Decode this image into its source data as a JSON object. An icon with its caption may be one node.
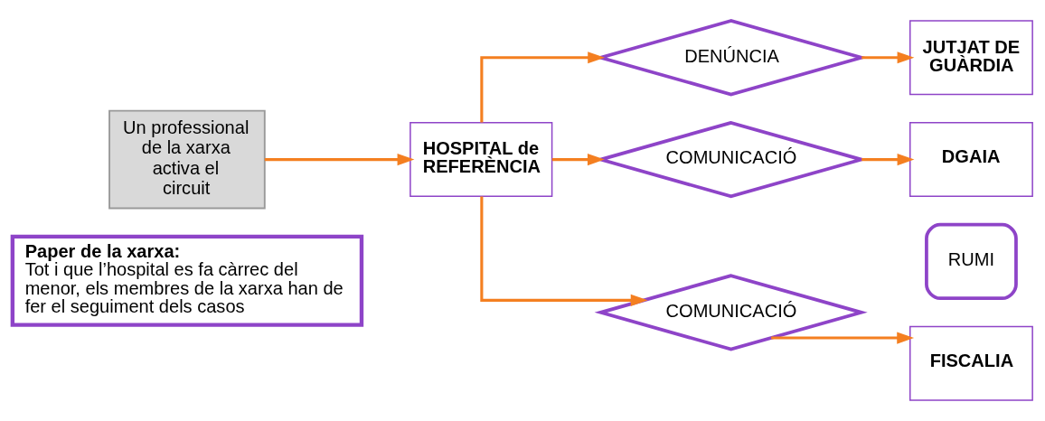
{
  "diagram": {
    "nodes": [
      {
        "text": [
          "Un professional de la xarxa activa el circuit"
        ]
      },
      {
        "text": [
          "HOSPITAL de REFERÈNCIA"
        ]
      },
      {
        "text": [
          "DENÚNCIA"
        ]
      },
      {
        "text": [
          "COMUNICACIÓ"
        ]
      },
      {
        "text": [
          "COMUNICACIÓ"
        ]
      },
      {
        "text": [
          "JUTJAT DE GUÀRDIA"
        ]
      },
      {
        "text": [
          "DGAIA"
        ]
      },
      {
        "text": [
          "RUMI"
        ]
      },
      {
        "text": [
          "FISCALIA"
        ]
      },
      {
        "text": [
          "Paper de la xarxa:",
          "Tot i que l’hospital es fa càrrec del menor, els membres de la xarxa han de fer el seguiment dels casos"
        ]
      }
    ],
    "edges": [
      {
        "from": 0,
        "to": 1,
        "arrow": "to"
      },
      {
        "from": 1,
        "to": 2,
        "arrow": "to"
      },
      {
        "from": 1,
        "to": 3,
        "arrow": "to"
      },
      {
        "from": 1,
        "to": 4,
        "arrow": "to"
      },
      {
        "from": 2,
        "to": 5,
        "arrow": "to"
      },
      {
        "from": 3,
        "to": 6,
        "arrow": "to"
      },
      {
        "from": 4,
        "to": 8,
        "arrow": "to"
      }
    ]
  }
}
